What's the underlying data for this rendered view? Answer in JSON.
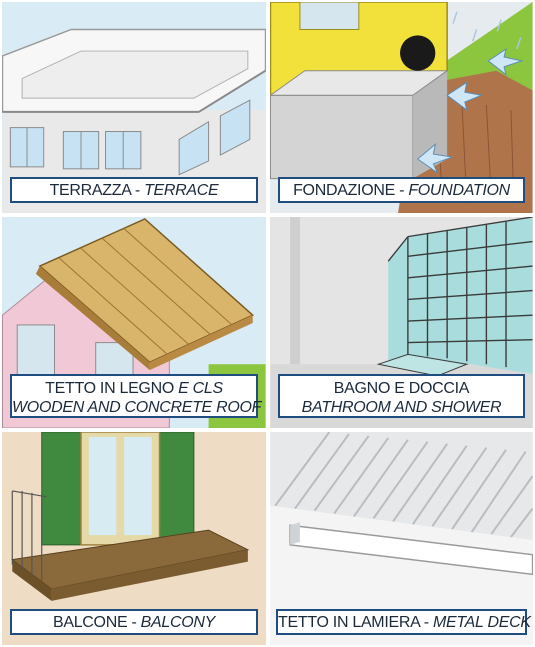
{
  "tiles": [
    {
      "id": "terrace",
      "it_name": "TERRAZZA",
      "sep": " - ",
      "en_name": "TERRACE"
    },
    {
      "id": "foundation",
      "it_name": "FONDAZIONE",
      "sep": " - ",
      "en_name": "FOUNDATION"
    },
    {
      "id": "wood_roof",
      "it_name": "TETTO IN LEGNO",
      "it_suffix": " E CLS",
      "en_name": "WOODEN AND CONCRETE ROOF"
    },
    {
      "id": "bathroom",
      "it_name": "BAGNO E DOCCIA",
      "en_name": "BATHROOM AND SHOWER"
    },
    {
      "id": "balcony",
      "it_name": "BALCONE",
      "sep": " - ",
      "en_name": "BALCONY"
    },
    {
      "id": "metal_roof",
      "it_name": "TETTO IN LAMIERA",
      "sep": " - ",
      "en_name": "METAL DECK ROOF"
    }
  ],
  "colors": {
    "caption_border": "#1f4d80",
    "sky": "#d9ebf5",
    "wall_yellow": "#f2e13a",
    "wall_pink": "#f1c9d6",
    "grass": "#8cc63f",
    "wood": "#d8b56a",
    "tile_blue": "#a9dcdc",
    "shutter_green": "#3f8a3f"
  }
}
